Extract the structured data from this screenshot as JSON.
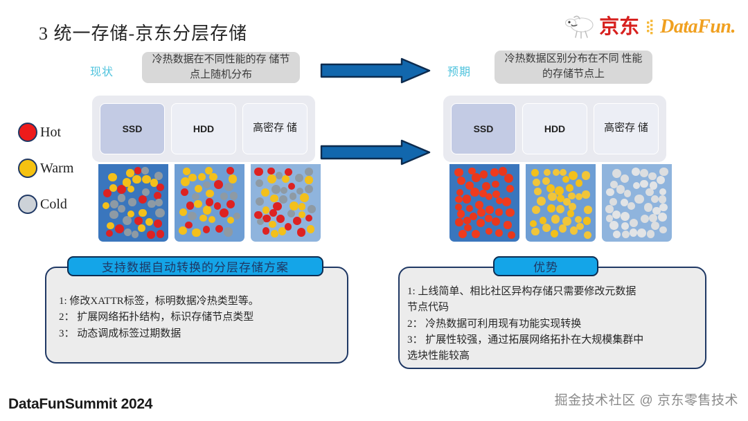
{
  "slide": {
    "title": "3 统一存储-京东分层存储",
    "footer_left": "DataFunSummit 2024",
    "footer_right": "掘金技术社区 @ 京东零售技术"
  },
  "logos": {
    "jd_text": "京东",
    "jd_color": "#d7211f",
    "datafun_text": "DataFun.",
    "datafun_color": "#f0a020"
  },
  "left": {
    "stage_label": "现状",
    "callout": "冷热数据在不同性能的存\n储节点上随机分布",
    "tiers": [
      {
        "label": "SSD"
      },
      {
        "label": "HDD"
      },
      {
        "label": "高密存\n储"
      }
    ],
    "card": {
      "header": "支持数据自动转换的分层存储方案",
      "body": "1: 修改XATTR标签，标明数据冷热类型等。\n2： 扩展网络拓扑结构，标识存储节点类型\n3： 动态调成标签过期数据"
    }
  },
  "right": {
    "stage_label": "预期",
    "callout": "冷热数据区别分布在不同\n性能的存储节点上",
    "tiers": [
      {
        "label": "SSD"
      },
      {
        "label": "HDD"
      },
      {
        "label": "高密存\n储"
      }
    ],
    "card": {
      "header": "优势",
      "body": "1: 上线简单、相比社区异构存储只需要修改元数据\n节点代码\n2： 冷热数据可利用现有功能实现转换\n3： 扩展性较强，通过拓展网络拓扑在大规模集群中\n选块性能较高"
    }
  },
  "legend": [
    {
      "label": "Hot",
      "color": "#ee1b1b",
      "border": "#1f3864"
    },
    {
      "label": "Warm",
      "color": "#f5c211",
      "border": "#1f3864"
    },
    {
      "label": "Cold",
      "color": "#cdd2d8",
      "border": "#1f3864"
    }
  ],
  "arrows": {
    "fill": "#1267ad",
    "stroke": "#0d2b4e",
    "count": 2
  },
  "palette": {
    "panel_dark_blue": "#3a76bd",
    "panel_mid_blue": "#6e9ed4",
    "panel_light_blue": "#8fb4dd",
    "hot": "#dd2222",
    "warm": "#f3c01b",
    "cold_gray": "#8e9aa4",
    "cold_white": "#e2e4e6",
    "tier_container": "#e9eaf0",
    "card_bg": "#ececec",
    "card_border": "#1f3864",
    "badge_bg": "#14a5e8",
    "stage_text": "#4fc3dd"
  }
}
